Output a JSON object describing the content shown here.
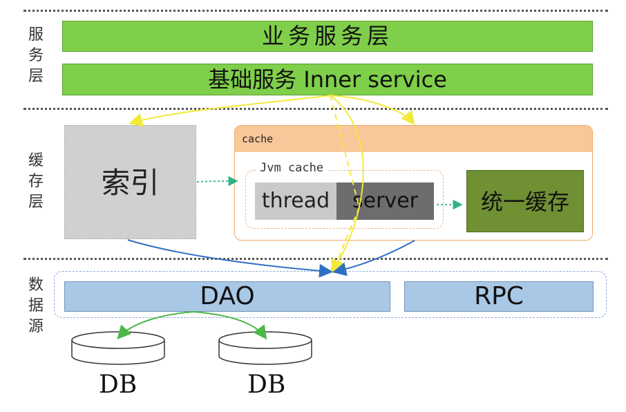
{
  "service_layer": {
    "side_label": "服务层",
    "business_bar": "业务服务层",
    "base_bar": "基础服务 Inner service"
  },
  "cache_layer": {
    "side_label": "缓存层",
    "index_box": "索引",
    "cache_title": "cache",
    "jvm_title": "Jvm cache",
    "thread_label": "thread",
    "server_label": "server",
    "unified_box": "统一缓存"
  },
  "data_layer": {
    "side_label": "数据源",
    "dao_bar": "DAO",
    "rpc_bar": "RPC",
    "db_left": "DB",
    "db_right": "DB"
  },
  "colors": {
    "green_bar": "#7fcf4a",
    "blue_bar": "#a9c8e6",
    "orange_header": "#f8c89a",
    "dark_green": "#6f9033",
    "yellow_arrow": "#f2ea3a",
    "blue_arrow": "#2e6fc2",
    "teal_arrow": "#2fb38a"
  }
}
